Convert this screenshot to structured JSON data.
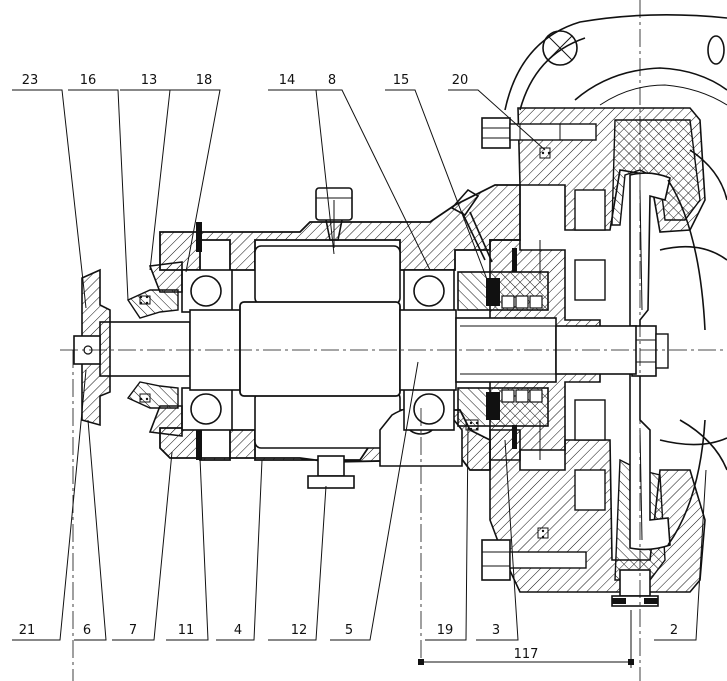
{
  "callouts_top": [
    {
      "id": "23",
      "label": "23"
    },
    {
      "id": "16",
      "label": "16"
    },
    {
      "id": "13",
      "label": "13"
    },
    {
      "id": "18",
      "label": "18"
    },
    {
      "id": "14",
      "label": "14"
    },
    {
      "id": "8",
      "label": "8"
    },
    {
      "id": "15",
      "label": "15"
    },
    {
      "id": "20",
      "label": "20"
    }
  ],
  "callouts_bottom": [
    {
      "id": "21",
      "label": "21"
    },
    {
      "id": "6",
      "label": "6"
    },
    {
      "id": "7",
      "label": "7"
    },
    {
      "id": "11",
      "label": "11"
    },
    {
      "id": "4",
      "label": "4"
    },
    {
      "id": "12",
      "label": "12"
    },
    {
      "id": "5",
      "label": "5"
    },
    {
      "id": "19",
      "label": "19"
    },
    {
      "id": "3",
      "label": "3"
    },
    {
      "id": "2",
      "label": "2"
    }
  ],
  "dimension": {
    "label": "117"
  }
}
